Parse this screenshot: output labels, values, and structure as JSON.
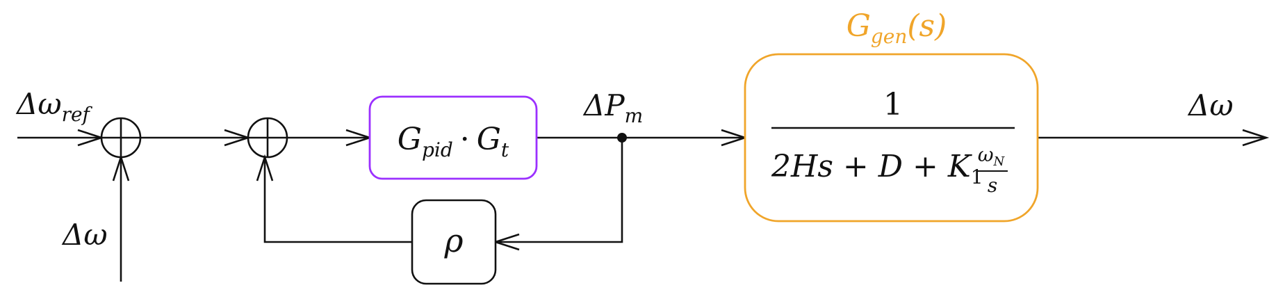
{
  "diagram": {
    "input_label": {
      "main": "Δω",
      "sub": "ref"
    },
    "feedback_input_label": "Δω",
    "controller_block": {
      "g1": "G",
      "g1_sub": "pid",
      "dot": "·",
      "g2": "G",
      "g2_sub": "t"
    },
    "droop_block": {
      "symbol": "ρ"
    },
    "mech_power_label": {
      "main": "ΔP",
      "sub": "m"
    },
    "generator_title": {
      "g": "G",
      "sub": "gen",
      "arg": "(s)"
    },
    "generator_tf": {
      "numerator": "1",
      "denominator_main": "2Hs + D + K",
      "k_sub": "1",
      "frac_num": "ω",
      "frac_num_sub": "N",
      "frac_den": "s"
    },
    "output_label": "Δω"
  },
  "colors": {
    "line": "#111111",
    "controller_border": "#9b30ff",
    "generator_border": "#f0a52a",
    "generator_title": "#f0a52a"
  }
}
